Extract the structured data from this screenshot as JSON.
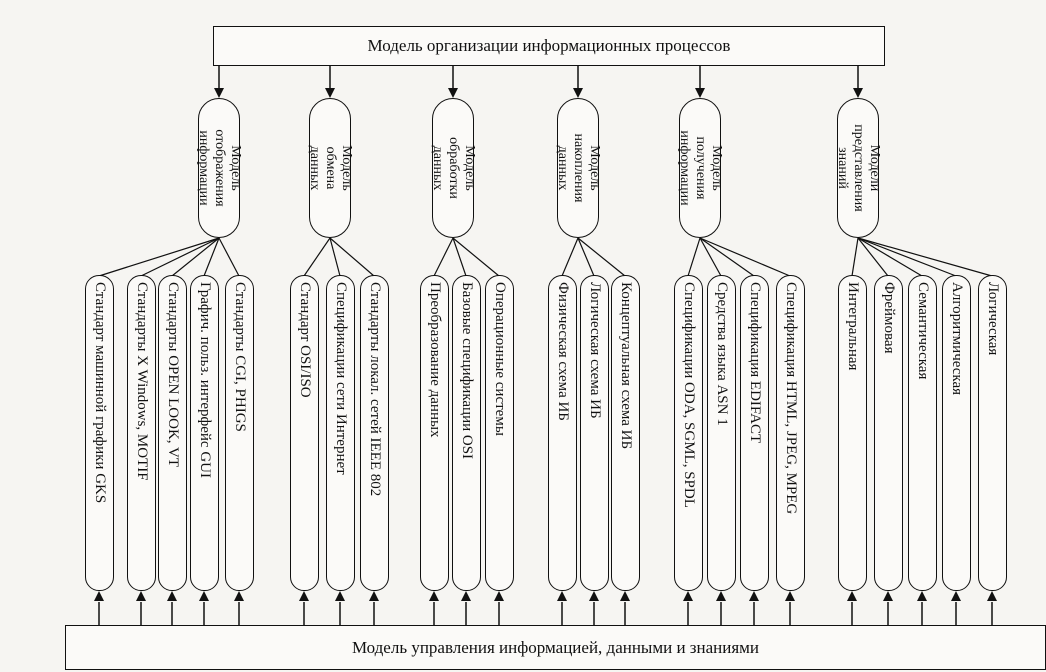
{
  "top_title": "Модель организации информационных процессов",
  "bottom_title": "Модель управления информацией, данными и знаниями",
  "models": [
    {
      "lines": [
        "Модель",
        "отображения",
        "информации"
      ],
      "items": [
        "Стандарт машинной графики GKS",
        "Стандарты X Windows, MOTIF",
        "Стандарты OPEN LOOK, VT",
        "Графич. польз. интерфейс GUI",
        "Стандарты CGI, PHIGS"
      ]
    },
    {
      "lines": [
        "Модель",
        "обмена",
        "данных"
      ],
      "items": [
        "Стандарт OSI/ISO",
        "Спецификации сети Интернет",
        "Стандарты локал. сетей IEEE 802"
      ]
    },
    {
      "lines": [
        "Модель",
        "обработки",
        "данных"
      ],
      "items": [
        "Преобразование данных",
        "Базовые спецификации OSI",
        "Операционные системы"
      ]
    },
    {
      "lines": [
        "Модель",
        "накопления",
        "данных"
      ],
      "items": [
        "Физическая схема ИБ",
        "Логическая схема ИБ",
        "Концептуальная схема ИБ"
      ]
    },
    {
      "lines": [
        "Модель",
        "получения",
        "информации"
      ],
      "items": [
        "Спецификации ODA, SGML, SPDL",
        "Средства языка ASN 1",
        "Спецификация EDIFACT",
        "Спецификация HTML, JPEG, MPEG"
      ]
    },
    {
      "lines": [
        "Модели",
        "представления",
        "знаний"
      ],
      "items": [
        "Интегральная",
        "Фреймовая",
        "Семантическая",
        "Алгоритмическая",
        "Логическая"
      ]
    }
  ]
}
